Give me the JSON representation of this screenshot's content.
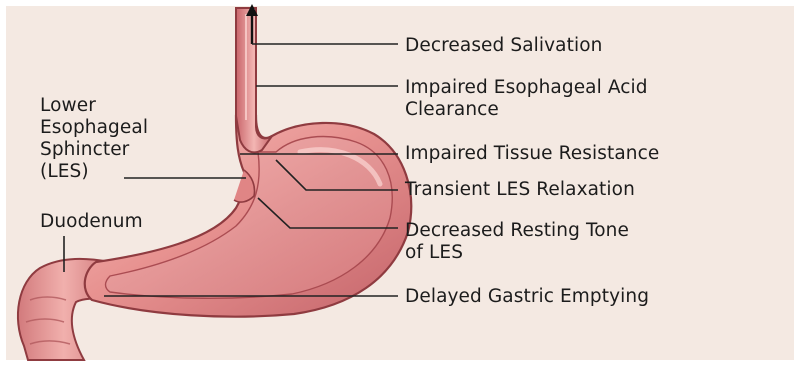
{
  "colors": {
    "background": "#f4e9e2",
    "tissue_light": "#f4b3b0",
    "tissue_mid": "#e08585",
    "tissue_dark": "#b95558",
    "outline": "#8f3b40",
    "leader_line": "#222222",
    "label_text": "#1c1c1c"
  },
  "figure": {
    "structure": "stomach-esophagus-duodenum anatomical illustration",
    "arrow_direction": "up",
    "left_labels": {
      "les": [
        "Lower",
        "Esophageal",
        "Sphincter",
        "(LES)"
      ],
      "duodenum": "Duodenum"
    },
    "right_labels": [
      {
        "lines": [
          "Decreased Salivation"
        ]
      },
      {
        "lines": [
          "Impaired Esophageal Acid",
          "Clearance"
        ]
      },
      {
        "lines": [
          "Impaired Tissue Resistance"
        ]
      },
      {
        "lines": [
          "Transient LES Relaxation"
        ]
      },
      {
        "lines": [
          "Decreased Resting Tone",
          "of LES"
        ]
      },
      {
        "lines": [
          "Delayed Gastric Emptying"
        ]
      }
    ]
  }
}
